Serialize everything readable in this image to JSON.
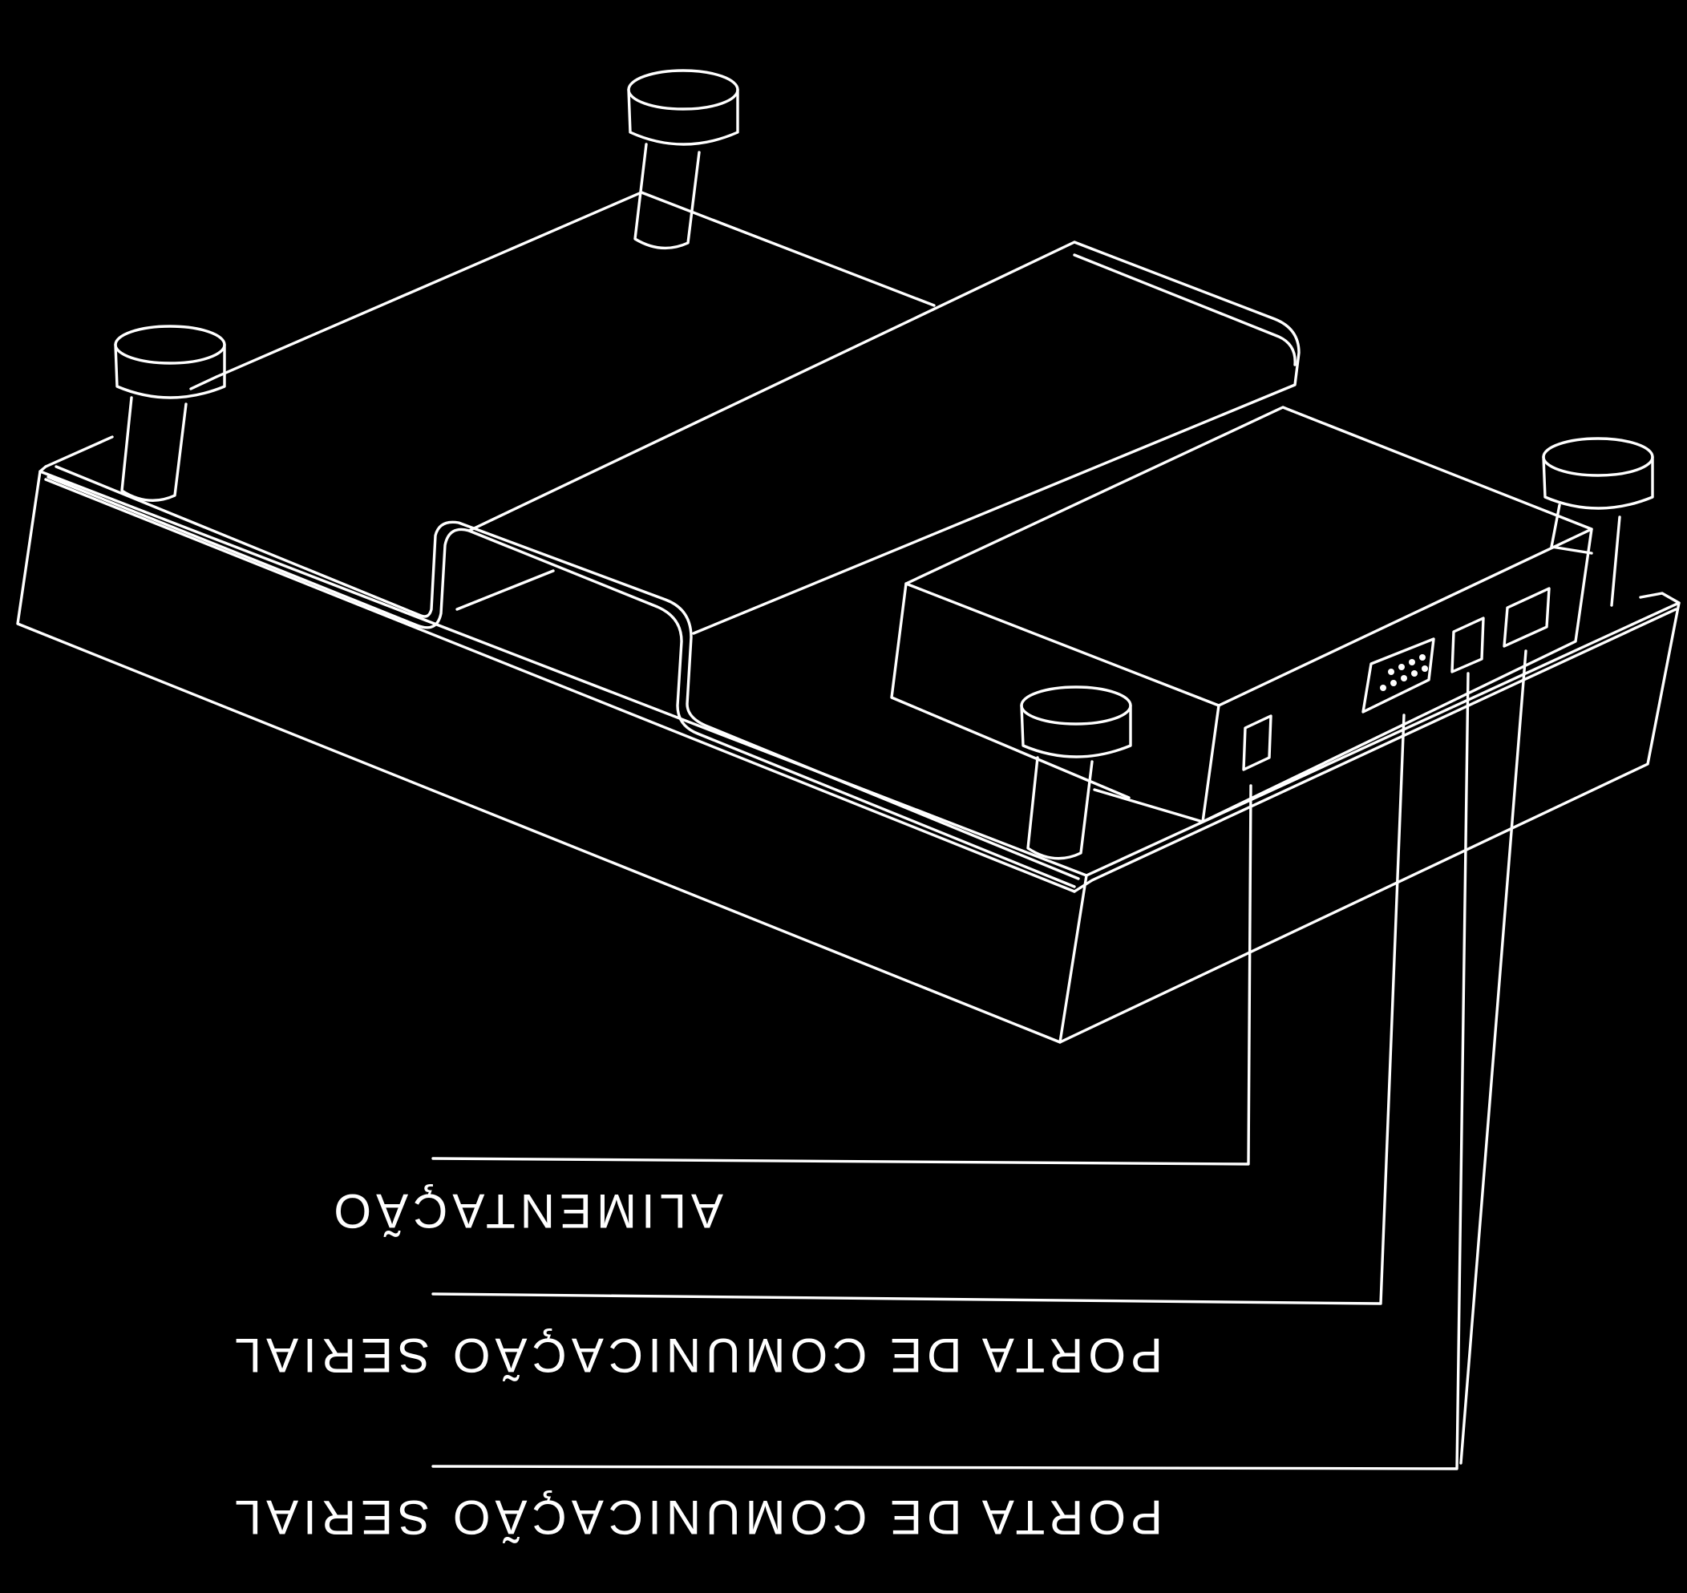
{
  "diagram": {
    "labels": [
      {
        "id": "power",
        "text": "ALIMENTAÇÃO"
      },
      {
        "id": "serial_1",
        "text": "PORTA DE COMUNICAÇÃO SERIAL"
      },
      {
        "id": "serial_2",
        "text": "PORTA DE COMUNICAÇÃO SERIAL"
      }
    ],
    "colors": {
      "background": "#000000",
      "line": "#ffffff"
    }
  }
}
